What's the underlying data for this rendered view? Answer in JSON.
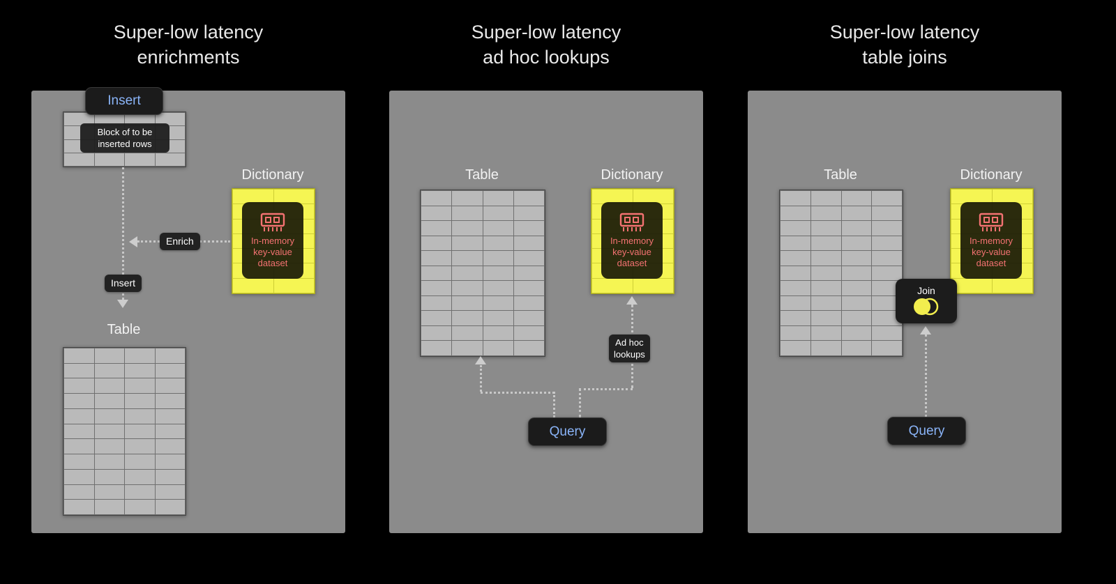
{
  "panel1": {
    "title_line1": "Super-low latency",
    "title_line2": "enrichments",
    "insert_button": "Insert",
    "block_label_line1": "Block of to be",
    "block_label_line2": "inserted rows",
    "enrich_tag": "Enrich",
    "insert_tag": "Insert",
    "table_label": "Table",
    "dictionary_label": "Dictionary",
    "dictionary": {
      "line1": "In-memory",
      "line2": "key-value",
      "line3": "dataset"
    },
    "block_grid": {
      "rows": 4,
      "cols": 4
    },
    "table_grid": {
      "rows": 11,
      "cols": 4
    },
    "dict_grid": {
      "rows": 7,
      "cols": 2
    }
  },
  "panel2": {
    "title_line1": "Super-low latency",
    "title_line2": "ad hoc lookups",
    "table_label": "Table",
    "dictionary_label": "Dictionary",
    "query_button": "Query",
    "adhoc_tag_line1": "Ad hoc",
    "adhoc_tag_line2": "lookups",
    "dictionary": {
      "line1": "In-memory",
      "line2": "key-value",
      "line3": "dataset"
    },
    "table_grid": {
      "rows": 11,
      "cols": 4
    },
    "dict_grid": {
      "rows": 7,
      "cols": 2
    }
  },
  "panel3": {
    "title_line1": "Super-low latency",
    "title_line2": "table joins",
    "table_label": "Table",
    "dictionary_label": "Dictionary",
    "join_tag": "Join",
    "query_button": "Query",
    "dictionary": {
      "line1": "In-memory",
      "line2": "key-value",
      "line3": "dataset"
    },
    "table_grid": {
      "rows": 11,
      "cols": 4
    },
    "dict_grid": {
      "rows": 7,
      "cols": 2
    }
  },
  "colors": {
    "background": "#000000",
    "panel": "#8b8b8b",
    "table_cell": "#bababa",
    "dictionary_yellow": "#f5f553",
    "accent_blue": "#8ab4f8",
    "accent_red": "#f47272",
    "arrow": "#c8c8c8"
  }
}
